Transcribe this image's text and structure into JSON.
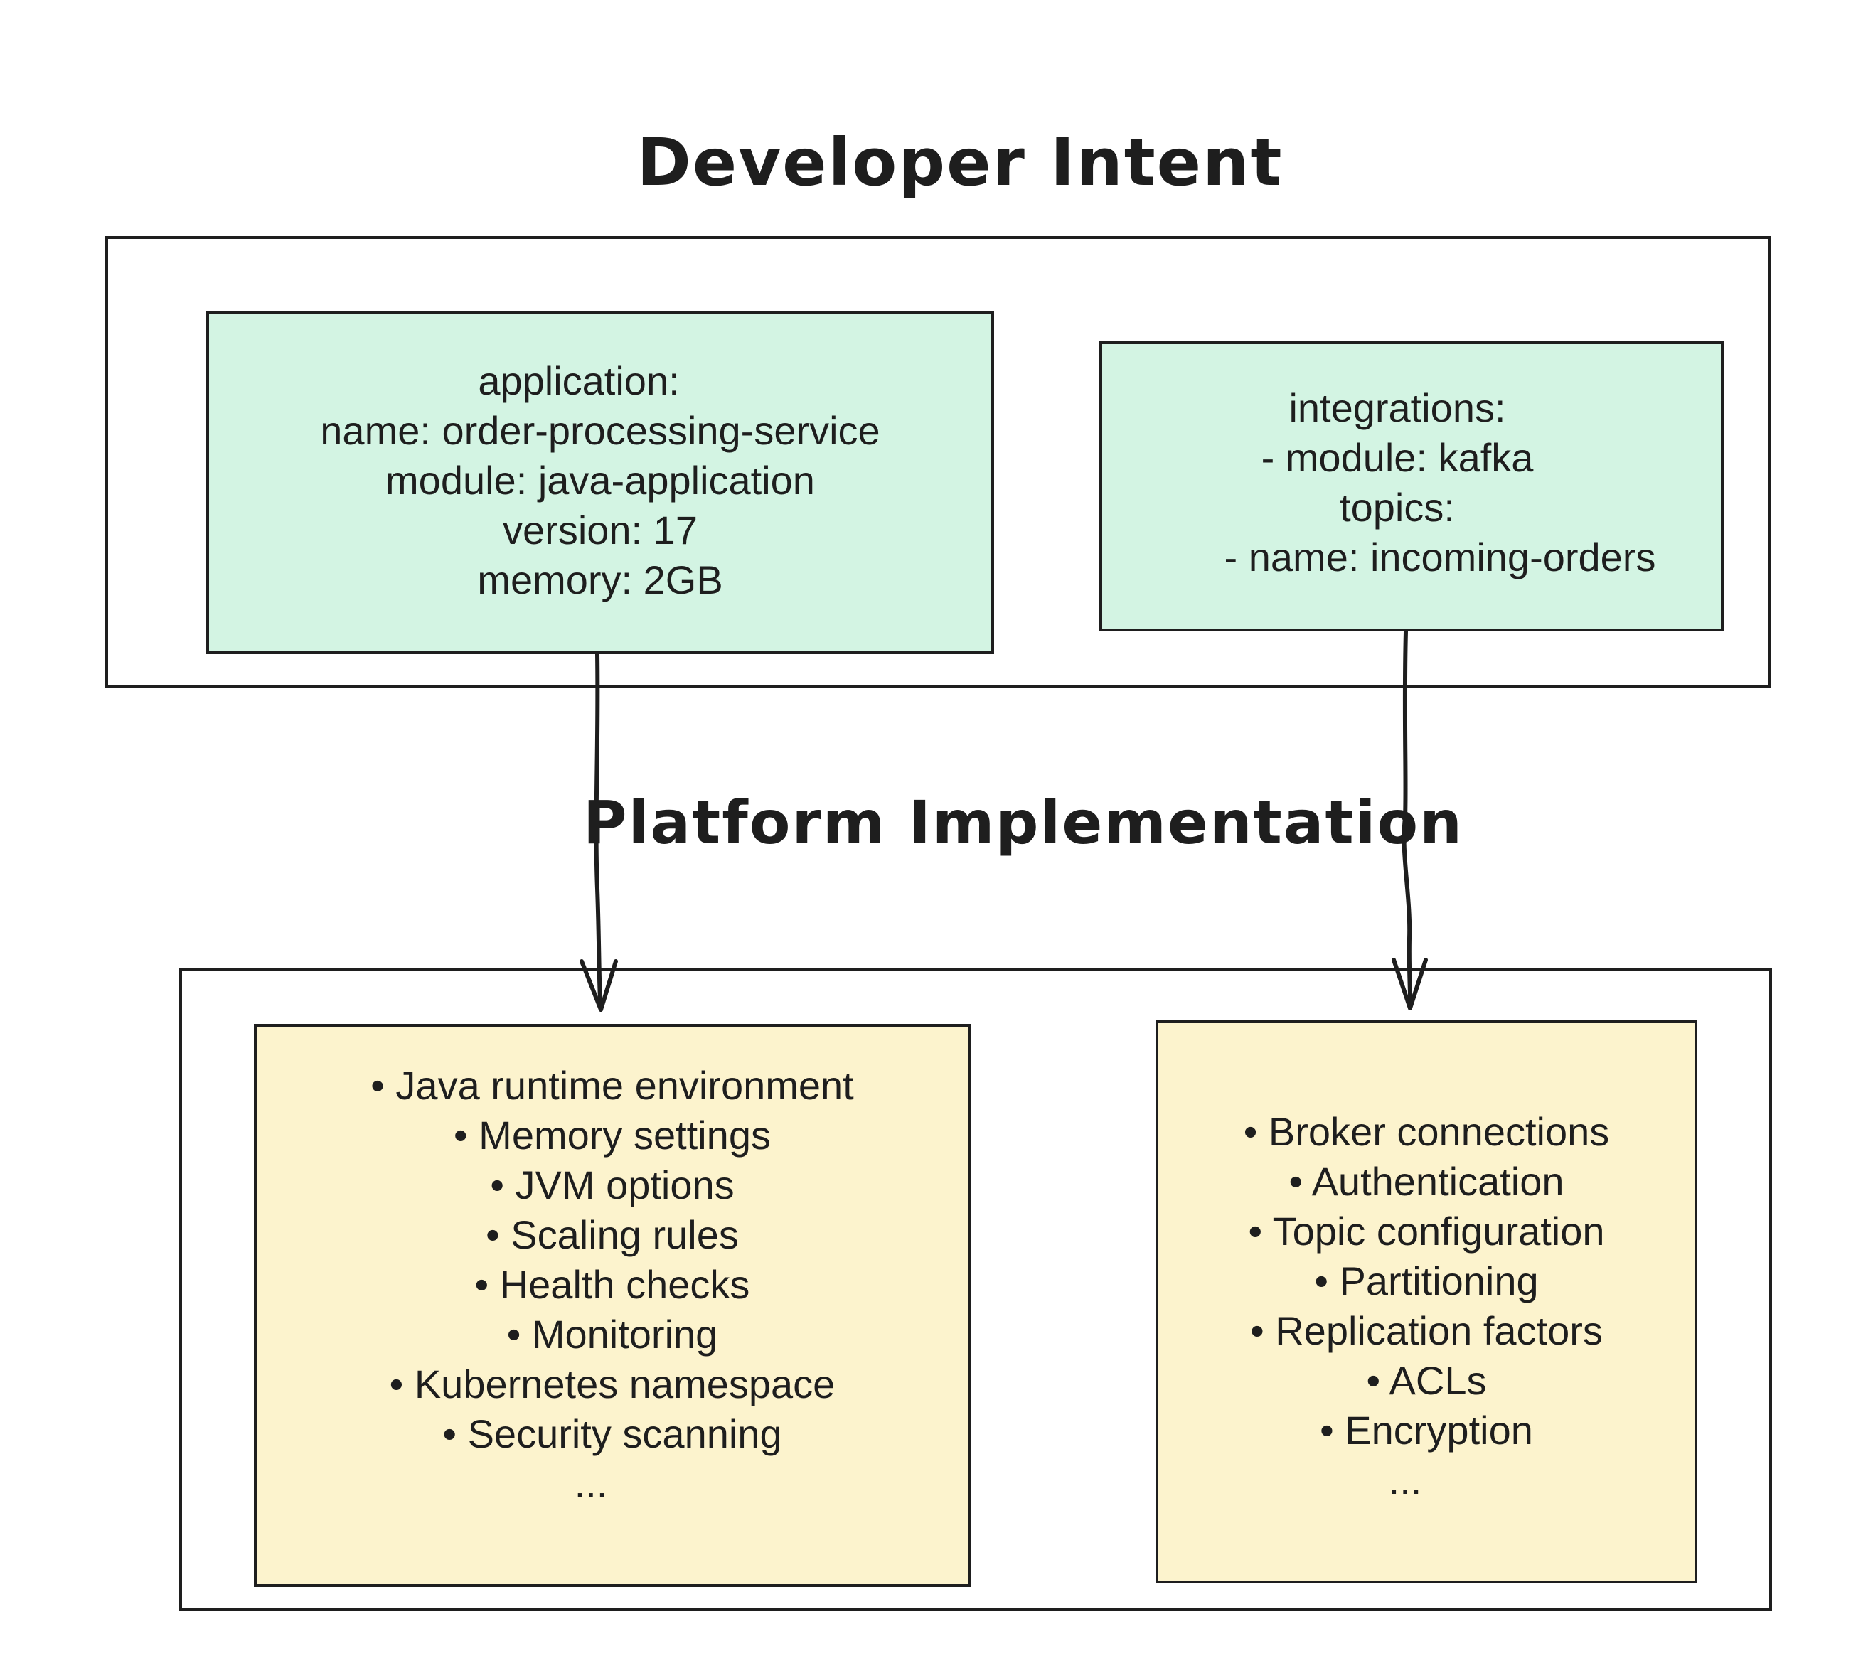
{
  "headings": {
    "developer_intent": "Developer Intent",
    "platform_implementation": "Platform Implementation"
  },
  "application_card": {
    "lines": [
      "application:",
      "name: order-processing-service",
      "module: java-application",
      "version: 17",
      "memory: 2GB"
    ]
  },
  "integrations_card": {
    "lines": [
      "integrations:",
      "- module: kafka",
      "topics:",
      "- name: incoming-orders"
    ]
  },
  "runtime_card": {
    "items": [
      "• Java runtime environment",
      "• Memory settings",
      "• JVM options",
      "• Scaling rules",
      "• Health checks",
      "• Monitoring",
      "• Kubernetes namespace",
      "• Security scanning",
      "..."
    ]
  },
  "kafka_card": {
    "items": [
      "• Broker connections",
      "• Authentication",
      "• Topic configuration",
      "• Partitioning",
      "• Replication factors",
      "• ACLs",
      "• Encryption",
      "..."
    ]
  },
  "colors": {
    "intent_fill": "#d3f4e3",
    "platform_fill": "#fcf3cd",
    "stroke": "#1e1e1e"
  }
}
